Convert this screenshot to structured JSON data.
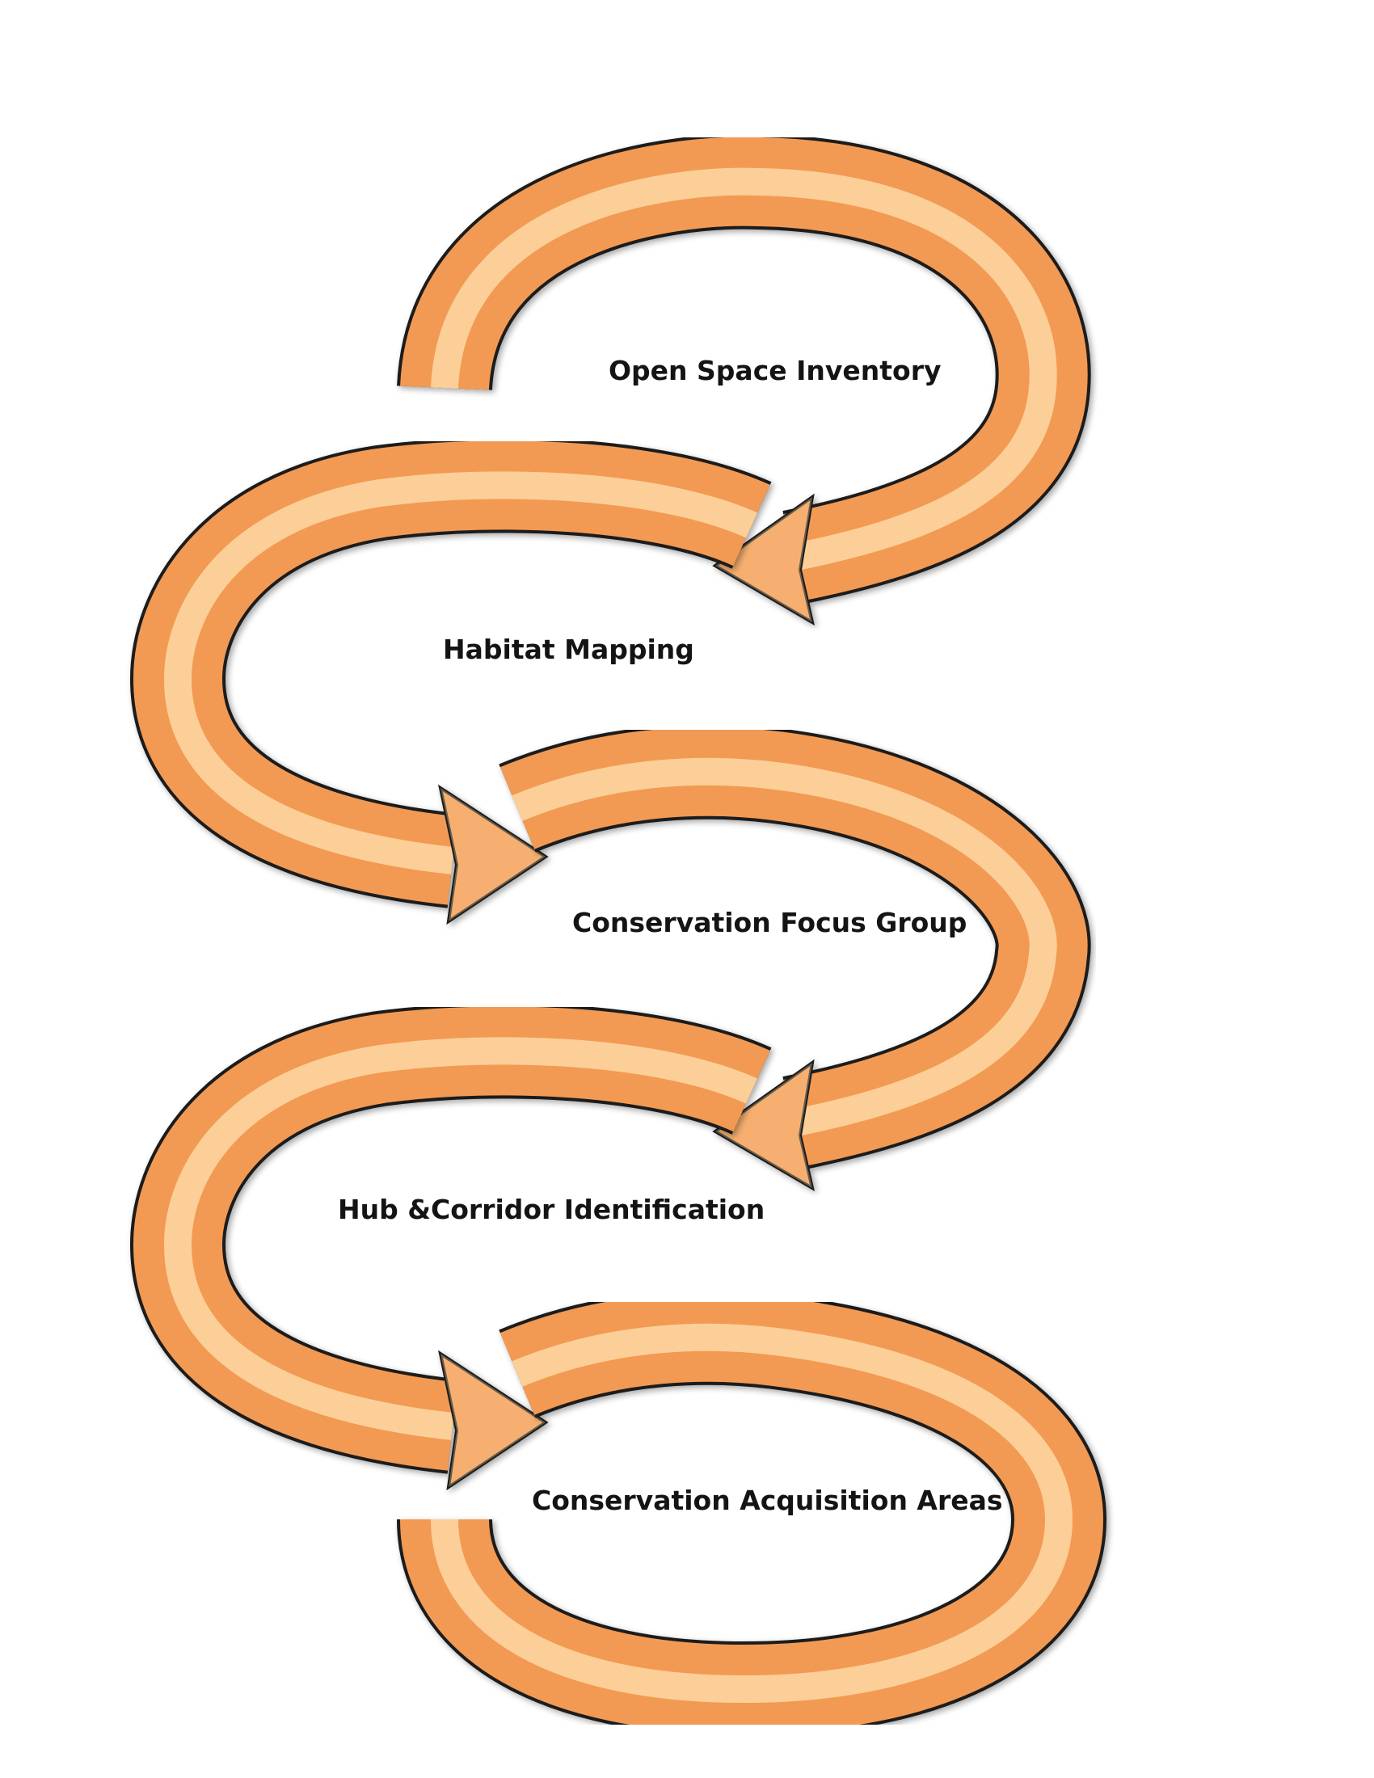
{
  "diagram": {
    "type": "process-flow",
    "steps": [
      {
        "label": "Open Space Inventory"
      },
      {
        "label": "Habitat Mapping"
      },
      {
        "label": "Conservation Focus Group"
      },
      {
        "label": "Hub &Corridor Identification"
      },
      {
        "label": "Conservation Acquisition Areas"
      }
    ],
    "colors": {
      "arrow_fill": "#F29A52",
      "arrow_highlight": "#FFF4DC",
      "arrow_outline": "#1A1A1A",
      "background": "#FFFFFF"
    }
  }
}
